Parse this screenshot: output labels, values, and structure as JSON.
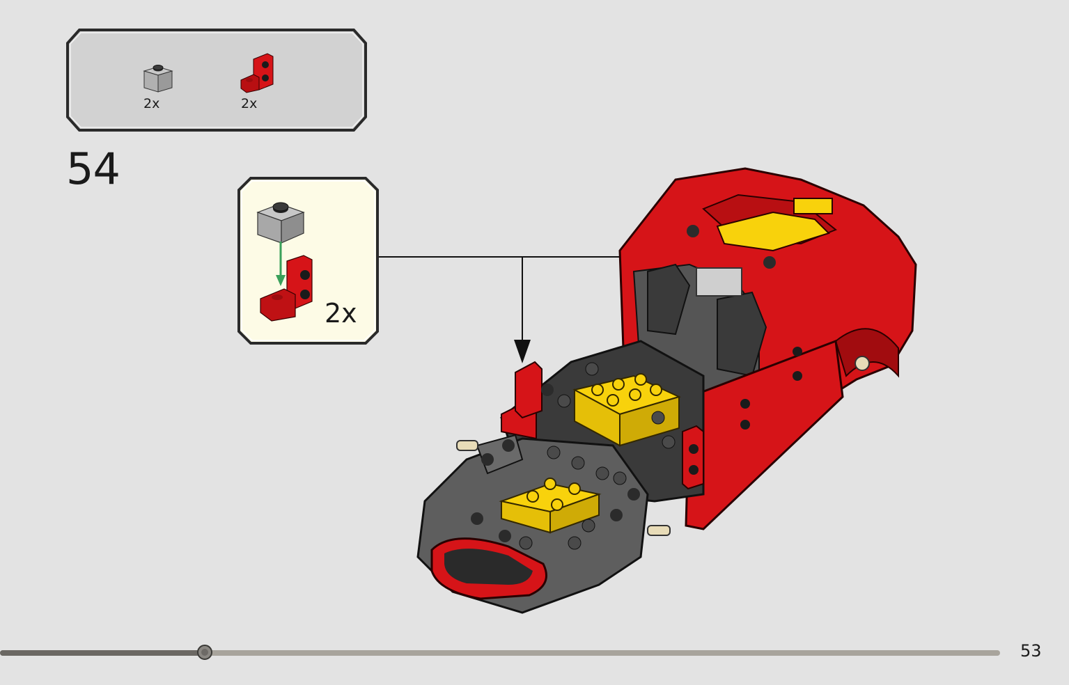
{
  "parts_list": {
    "items": [
      {
        "part": "light-gray-1x1-brick",
        "count": "2x"
      },
      {
        "part": "red-1x2-bracket",
        "count": "2x"
      }
    ]
  },
  "step": {
    "number": "54"
  },
  "subassembly": {
    "multiplier": "2x"
  },
  "page": {
    "number": "53"
  },
  "progress": {
    "fraction": 0.205
  },
  "colors": {
    "background": "#e3e3e3",
    "parts_box": "#d2d2d2",
    "callout_box": "#fdfbe6",
    "red": "#d61418",
    "yellow": "#f8d20c",
    "dark_gray": "#5e5e5e",
    "black": "#1b1b1b",
    "green_arrow": "#3aa05a"
  }
}
